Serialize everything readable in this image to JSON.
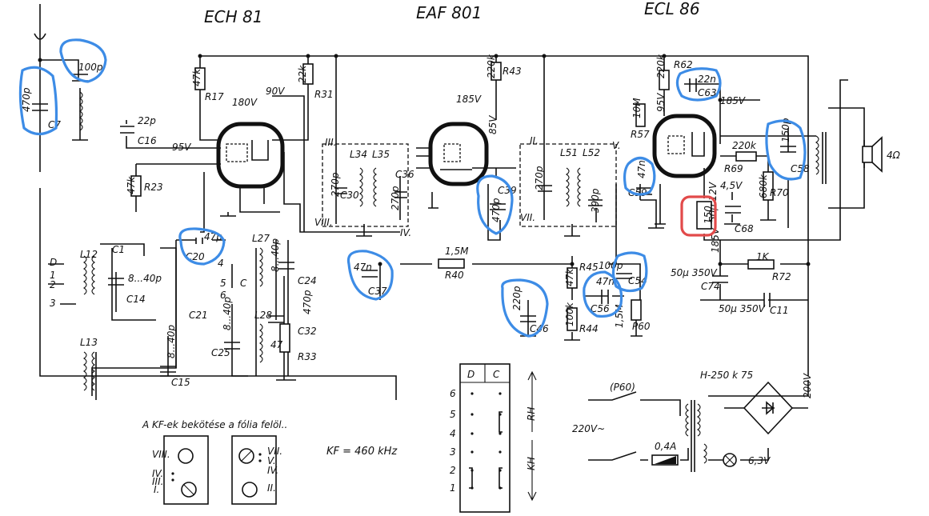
{
  "tubes": {
    "ech81": "ECH 81",
    "eaf801": "EAF 801",
    "ecl86": "ECL 86"
  },
  "capacitors": {
    "c7": [
      "470p",
      "C7"
    ],
    "c_100p": [
      "100p"
    ],
    "c16": [
      "22p",
      "C16"
    ],
    "c20": [
      "47p",
      "C20"
    ],
    "c21": [
      "C21"
    ],
    "c14": [
      "8...40p",
      "C14"
    ],
    "c15": [
      "8...40p",
      "C15"
    ],
    "c25": [
      "8...40p",
      "C25"
    ],
    "c24": [
      "C24"
    ],
    "c32": [
      "470p",
      "C32"
    ],
    "c30": [
      "270p",
      "C30"
    ],
    "c36": [
      "270p",
      "C36"
    ],
    "c37": [
      "47n",
      "C37"
    ],
    "c39": [
      "470p",
      "C39"
    ],
    "c_270p_b": [
      "270p"
    ],
    "c_390p": [
      "390p"
    ],
    "c46": [
      "220p",
      "C46"
    ],
    "c56": [
      "47n",
      "C56"
    ],
    "c54": [
      "100p",
      "C54"
    ],
    "c59": [
      "47n",
      "C59"
    ],
    "c63": [
      "22n",
      "C63"
    ],
    "c58": [
      "150p",
      "C58"
    ],
    "c68": [
      "50µ 12V",
      "C68"
    ],
    "c74": [
      "50µ 350V",
      "C74"
    ],
    "c11": [
      "50µ 350V",
      "C11"
    ]
  },
  "resistors": {
    "r17": [
      "47k",
      "R17"
    ],
    "r31": [
      "22k",
      "R31"
    ],
    "r23": [
      "47k",
      "R23"
    ],
    "r33": [
      "47",
      "R33"
    ],
    "r40": [
      "1,5M",
      "R40"
    ],
    "r43": [
      "220k",
      "R43"
    ],
    "r45": [
      "47k",
      "R45"
    ],
    "r44": [
      "100k",
      "R44"
    ],
    "p60": [
      "1,5M",
      "P60"
    ],
    "r57": [
      "10M",
      "R57"
    ],
    "r62": [
      "220k",
      "R62"
    ],
    "r69": [
      "220k",
      "R69"
    ],
    "r70": [
      "680k",
      "R70"
    ],
    "r_150": [
      "150"
    ],
    "r72": [
      "1K",
      "R72"
    ]
  },
  "coils": [
    "L12",
    "L13",
    "L27",
    "L28",
    "L34",
    "L35",
    "L51",
    "L52"
  ],
  "coil_values": {
    "l27": "8...40p"
  },
  "voltages": [
    "180V",
    "90V",
    "95V",
    "185V",
    "85V",
    "95V",
    "185V",
    "4,5V",
    "185V",
    "200V",
    "6,3V"
  ],
  "switch_labels": {
    "d": "D",
    "c": "C",
    "c1": "C1",
    "nums": [
      "1",
      "2",
      "3",
      "4",
      "5",
      "6"
    ]
  },
  "if_labels": {
    "kf_label": "KF = 460 kHz",
    "kf_note": "A KF-ek bekötése a fólia felöl..",
    "roman": [
      "III.",
      "VIII.",
      "IV.",
      "II.",
      "VII.",
      "V.",
      "I."
    ]
  },
  "band_switch": {
    "head": [
      "D",
      "C"
    ],
    "rows": [
      "6",
      "5",
      "4",
      "3",
      "2",
      "1"
    ],
    "rh": "RH",
    "kh": "KH"
  },
  "power": {
    "mains": "220V~",
    "fuse": "0,4A",
    "p60": "(P60)",
    "transformer": "H-250 k 75"
  },
  "speaker": "4Ω",
  "colors": {
    "highlight_blue": "#3d8ce6",
    "highlight_red": "#e24a4a",
    "ink": "#111111"
  }
}
